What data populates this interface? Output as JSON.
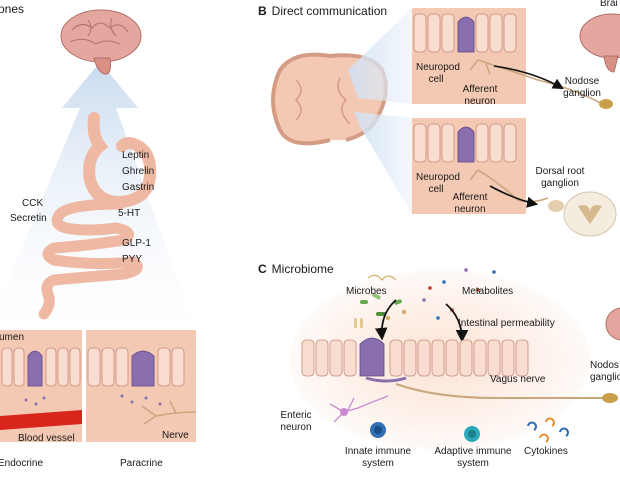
{
  "panel_a": {
    "title_fragment": "ones",
    "hormones_right": [
      "Leptin",
      "Ghrelin",
      "Gastrin"
    ],
    "hormones_left": [
      "CCK",
      "Secretin"
    ],
    "serotonin": "5-HT",
    "hormones_lower": [
      "GLP-1",
      "PYY"
    ],
    "lumen_fragment": "umen",
    "blood_vessel": "Blood vessel",
    "nerve": "Nerve",
    "endocrine_fragment": "Endocrine",
    "paracrine": "Paracrine"
  },
  "panel_b": {
    "letter": "B",
    "title": "Direct communication",
    "brain_fragment": "Brai",
    "neuropod_cell": "Neuropod cell",
    "afferent_neuron": "Afferent neuron",
    "nodose_ganglion": "Nodose ganglion",
    "dorsal_root_ganglion": "Dorsal root ganglion"
  },
  "panel_c": {
    "letter": "C",
    "title": "Microbiome",
    "microbes": "Microbes",
    "metabolites": "Metabolites",
    "intestinal_permeability": "Intestinal permeability",
    "vagus_nerve": "Vagus nerve",
    "nodose_fragment": "Nodos ganglio",
    "enteric_neuron": "Enteric neuron",
    "innate_immune": "Innate immune system",
    "adaptive_immune": "Adaptive immune system",
    "cytokines": "Cytokines"
  },
  "colors": {
    "tissue": "#f3c9b3",
    "cell": "#f9ddd0",
    "cell_stroke": "#c78b79",
    "neuropod": "#8a6fae",
    "nerve": "#c9a77e",
    "blood": "#d9261c",
    "arrow_glow": "#c7d9ef",
    "immune_blue": "#2f6fb3",
    "immune_teal": "#2aa9b7"
  }
}
